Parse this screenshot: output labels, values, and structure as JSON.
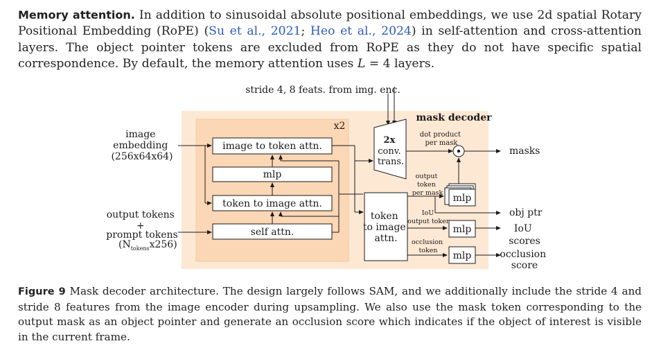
{
  "paragraph": {
    "heading": "Memory attention.",
    "text_before_cite": " In addition to sinusoidal absolute positional embeddings, we use 2d spatial Rotary Positional Embedding (RoPE) (",
    "cite1": "Su et al., 2021",
    "sep": "; ",
    "cite2": "Heo et al., 2024",
    "text_after_cite": ") in self-attention and cross-attention layers. The object pointer tokens are excluded from RoPE as they do not have specific spatial correspondence. By default, the memory attention uses ",
    "math_L": "L",
    "math_rest": " = 4 layers."
  },
  "diagram": {
    "top_input": "stride 4, 8 feats. from img. enc.",
    "decoder_title": "mask decoder",
    "repeat": "x2",
    "left_input_1": [
      "image",
      "embedding",
      "(256x64x64)"
    ],
    "left_input_2": [
      "output tokens",
      "+",
      "prompt tokens"
    ],
    "left_input_2_dims": [
      "(N",
      "tokens",
      "x256)"
    ],
    "blocks": {
      "img_to_token": "image to token attn.",
      "mlp": "mlp",
      "token_to_img": "token to image attn.",
      "self_attn": "self attn."
    },
    "conv": [
      "2x",
      "conv.",
      "trans."
    ],
    "token_to_image_right": [
      "token",
      "to image",
      "attn."
    ],
    "dot_product": [
      "dot product",
      "per mask"
    ],
    "output_token": [
      "output",
      "token",
      "per mask"
    ],
    "iou_token": [
      "IoU",
      "output token"
    ],
    "occlusion_token": [
      "occlusion",
      "token"
    ],
    "mlp_label": "mlp",
    "outputs": {
      "masks": "masks",
      "obj_ptr": "obj ptr",
      "iou": [
        "IoU",
        "scores"
      ],
      "occlusion": [
        "occlusion",
        "score"
      ]
    },
    "colors": {
      "outer_bg": "#fde8d4",
      "inner_bg": "#fbd7b5",
      "inner_border": "#f4c79e"
    }
  },
  "caption": {
    "label": "Figure 9",
    "text": "  Mask decoder architecture. The design largely follows SAM, and we additionally include the stride 4 and stride 8 features from the image encoder during upsampling. We also use the mask token corresponding to the output mask as an object pointer and generate an occlusion score which indicates if the object of interest is visible in the current frame."
  }
}
